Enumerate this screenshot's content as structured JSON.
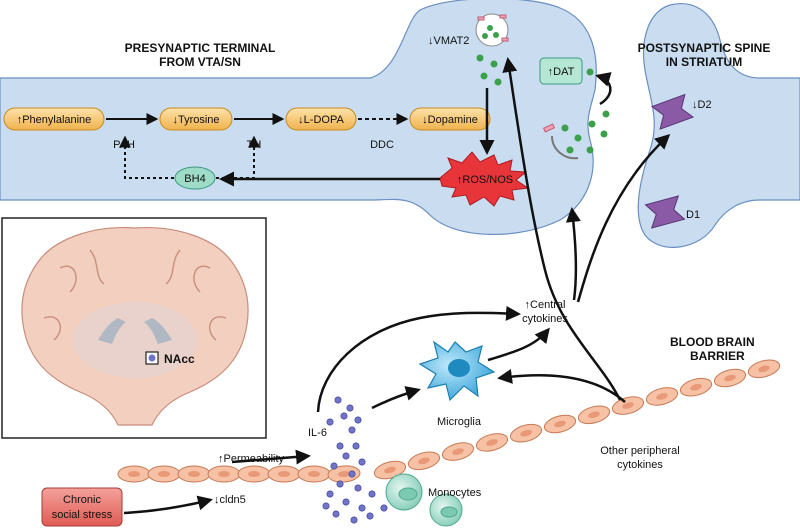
{
  "titles": {
    "presynaptic_line1": "PRESYNAPTIC TERMINAL",
    "presynaptic_line2": "FROM VTA/SN",
    "postsynaptic_line1": "POSTSYNAPTIC SPINE",
    "postsynaptic_line2": "IN STRIATUM",
    "bbb_line1": "BLOOD BRAIN",
    "bbb_line2": "BARRIER"
  },
  "pathway": {
    "phenylalanine": "↑Phenylalanine",
    "tyrosine": "↓Tyrosine",
    "ldopa": "↓L-DOPA",
    "dopamine": "↓Dopamine",
    "pah": "PAH",
    "th": "TH",
    "ddc": "DDC",
    "bh4": "BH4",
    "ros_nos": "↑ROS/NOS"
  },
  "transporters": {
    "vmat2": "↓VMAT2",
    "dat": "↑DAT",
    "d2": "↓D2",
    "d1": "D1"
  },
  "brain": {
    "nacc": "NAcc"
  },
  "immune": {
    "central_line1": "↑Central",
    "central_line2": "cytokines",
    "microglia": "Microglia",
    "il6": "IL-6",
    "permeability": "↑Permeability",
    "cldn5": "↓cldn5",
    "monocytes": "Monocytes",
    "peripheral_line1": "Other peripheral",
    "peripheral_line2": "cytokines",
    "stress_line1": "Chronic",
    "stress_line2": "social stress"
  },
  "colors": {
    "neuron_fill": "#c9dcf0",
    "neuron_stroke": "#6a8fc0",
    "enzyme_fill": "#f7c975",
    "enzyme_stroke": "#c98a1e",
    "ros_fill": "#e8353a",
    "bh4_fill": "#9fdcc8",
    "vesicle_green": "#3aa04a",
    "receptor_purple": "#8a5aa6",
    "brain_fill": "#f3cfc0",
    "cell_fill": "#f6c1a4",
    "microglia_fill": "#4fb8e3",
    "monocyte_fill": "#a9dfcf",
    "il6_dot": "#6f74c8",
    "stress_fill": "#e8706a"
  }
}
